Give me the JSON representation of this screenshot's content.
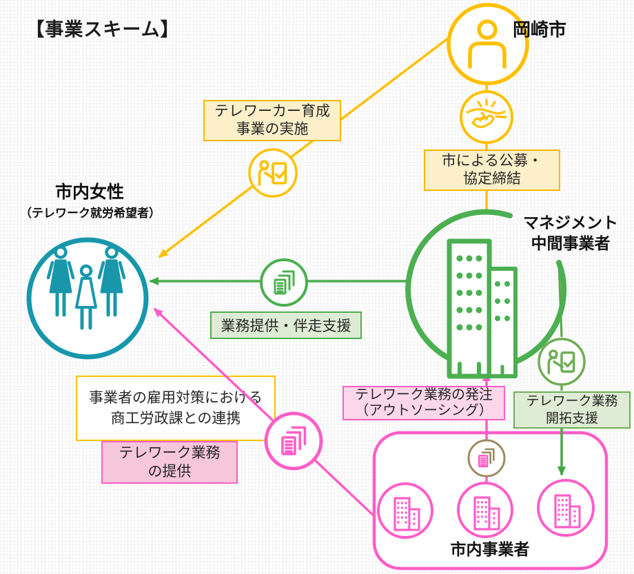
{
  "title": "【事業スキーム】",
  "nodes": {
    "okazaki": {
      "label": "岡崎市"
    },
    "women": {
      "label": "市内女性",
      "sublabel": "（テレワーク就労希望者）"
    },
    "management": {
      "line1": "マネジメント",
      "line2": "中間事業者"
    },
    "businesses": {
      "label": "市内事業者"
    }
  },
  "boxes": {
    "training": {
      "line1": "テレワーカー育成",
      "line2": "事業の実施"
    },
    "offering": {
      "line1": "市による公募・",
      "line2": "協定締結"
    },
    "support": {
      "line1": "業務提供・伴走支援"
    },
    "outsourcing": {
      "line1": "テレワーク業務の発注",
      "line2": "（アウトソーシング）"
    },
    "development": {
      "line1": "テレワーク業務",
      "line2": "開拓支援"
    },
    "cooperation": {
      "line1": "事業者の雇用対策における",
      "line2": "商工労政課との連携"
    },
    "provision": {
      "line1": "テレワーク業務",
      "line2": "の提供"
    }
  },
  "icons": {
    "person-icon": "outlined person bust (city hall)",
    "handshake-icon": "handshake with rays",
    "training-icon": "person presenting at board with checkmark",
    "documents-icon": "stack of documents",
    "women-group-icon": "three female figures",
    "buildings-icon": "pair of office buildings with window dots"
  },
  "colors": {
    "gold": "#FFC000",
    "gold_fill": "#FCEFC9",
    "teal": "#1897AB",
    "green": "#4CAF50",
    "green_light": "#6FAD56",
    "green_fill": "#DFECD5",
    "pink": "#FF5EC8",
    "pink_fill_light": "#FBD7E9",
    "pink_fill": "#F6C6DA",
    "olive": "#9C8A62",
    "text": "#1B1B1B"
  }
}
